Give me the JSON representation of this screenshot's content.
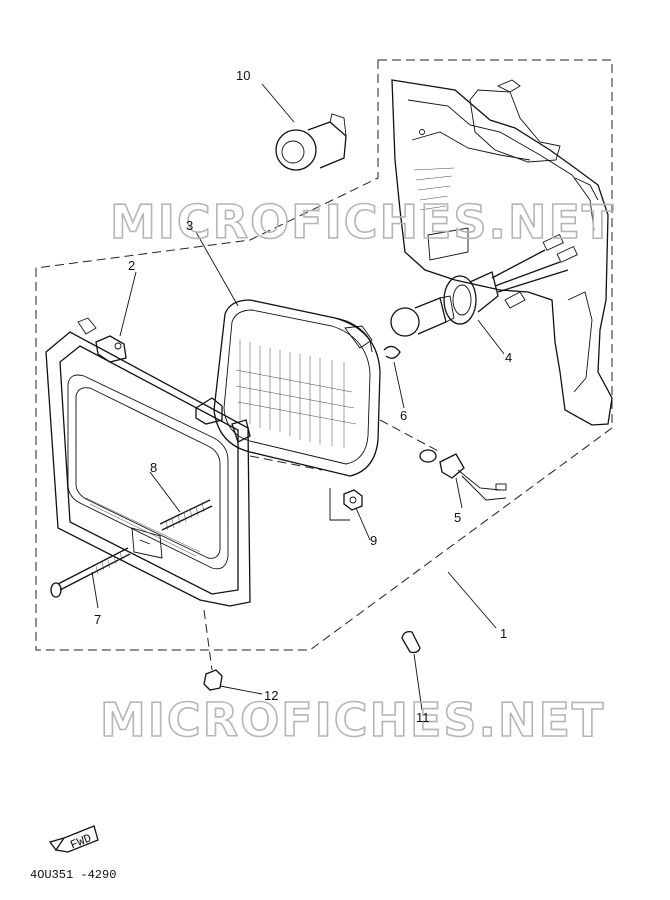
{
  "watermark": "MICROFICHES.NET",
  "callouts": [
    "1",
    "2",
    "3",
    "4",
    "5",
    "6",
    "7",
    "8",
    "9",
    "10",
    "11",
    "12"
  ],
  "front_marker": "FWD",
  "diagram_code": "4OU351 -4290",
  "icons": [
    "headlight-rim",
    "sealed-beam-unit",
    "bulb-socket",
    "bracket-cover",
    "bulb",
    "screw",
    "bolt",
    "nut",
    "arrow-front-icon"
  ]
}
